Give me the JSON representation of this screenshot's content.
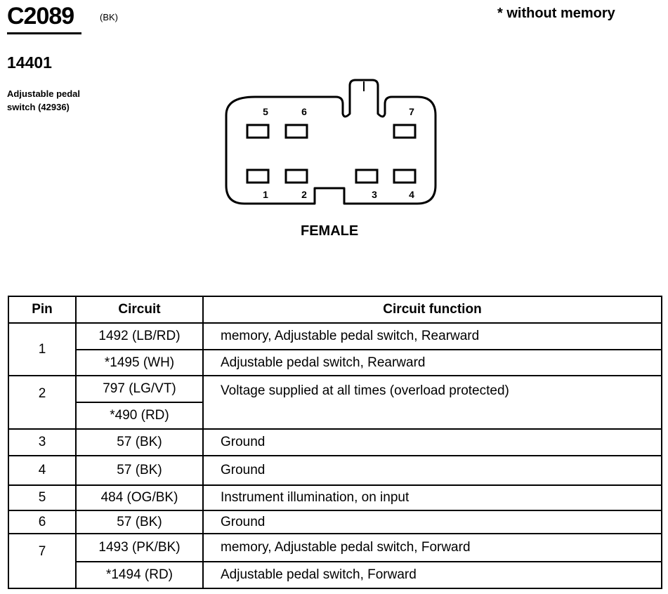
{
  "header": {
    "connector_id": "C2089",
    "connector_color": "(BK)",
    "memory_note": "* without memory",
    "part_number": "14401",
    "component_line1": "Adjustable pedal",
    "component_line2": "switch (42936)"
  },
  "connector": {
    "gender_label": "FEMALE",
    "pins_top": [
      "5",
      "6",
      "7"
    ],
    "pins_bottom": [
      "1",
      "2",
      "3",
      "4"
    ]
  },
  "table": {
    "headers": [
      "Pin",
      "Circuit",
      "Circuit function"
    ],
    "rows": [
      {
        "pin": "1",
        "circuits": [
          "1492 (LB/RD)",
          "*1495 (WH)"
        ],
        "functions": [
          "memory, Adjustable pedal switch, Rearward",
          "Adjustable pedal switch, Rearward"
        ]
      },
      {
        "pin": "2",
        "circuits": [
          "797 (LG/VT)",
          "*490 (RD)"
        ],
        "functions": [
          "Voltage supplied at all times (overload protected)"
        ]
      },
      {
        "pin": "3",
        "circuits": [
          "57 (BK)"
        ],
        "functions": [
          "Ground"
        ]
      },
      {
        "pin": "4",
        "circuits": [
          "57 (BK)"
        ],
        "functions": [
          "Ground"
        ]
      },
      {
        "pin": "5",
        "circuits": [
          "484 (OG/BK)"
        ],
        "functions": [
          "Instrument illumination, on input"
        ]
      },
      {
        "pin": "6",
        "circuits": [
          "57 (BK)"
        ],
        "functions": [
          "Ground"
        ]
      },
      {
        "pin": "7",
        "circuits": [
          "1493 (PK/BK)",
          "*1494 (RD)"
        ],
        "functions": [
          "memory, Adjustable pedal switch, Forward",
          "Adjustable pedal switch, Forward"
        ]
      }
    ]
  }
}
